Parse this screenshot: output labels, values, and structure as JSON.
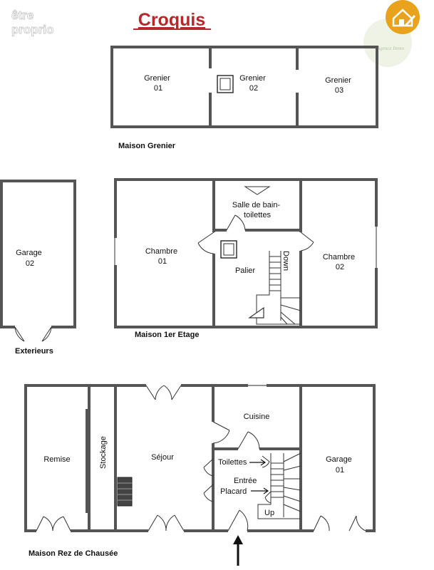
{
  "title": "Croquis",
  "watermark": [
    "être",
    "proprio"
  ],
  "badge": {
    "color": "#e8a21c",
    "icon": "house-pencil-icon",
    "agency_text": "Agence Immo"
  },
  "floors": {
    "grenier": {
      "caption": "Maison Grenier",
      "rooms": {
        "g1": [
          "Grenier",
          "01"
        ],
        "g2": [
          "Grenier",
          "02"
        ],
        "g3": [
          "Grenier",
          "03"
        ]
      }
    },
    "etage": {
      "caption": "Maison 1er Etage",
      "rooms": {
        "chambre1": [
          "Chambre",
          "01"
        ],
        "sdb": [
          "Salle de bain-",
          "toilettes"
        ],
        "palier": "Palier",
        "chambre2": [
          "Chambre",
          "02"
        ],
        "down": "Down"
      }
    },
    "garage2": {
      "label": [
        "Garage",
        "02"
      ],
      "caption": "Exterieurs"
    },
    "rdc": {
      "caption": "Maison Rez de Chausée",
      "rooms": {
        "remise": "Remise",
        "stockage": "Stockage",
        "sejour": "Séjour",
        "cuisine": "Cuisine",
        "toilettes": "Toilettes",
        "entree": "Entrée",
        "placard": "Placard",
        "garage1": [
          "Garage",
          "01"
        ],
        "up": "Up"
      }
    }
  },
  "colors": {
    "wall": "#555555",
    "title": "#b5282c",
    "badge": "#e8a21c"
  }
}
